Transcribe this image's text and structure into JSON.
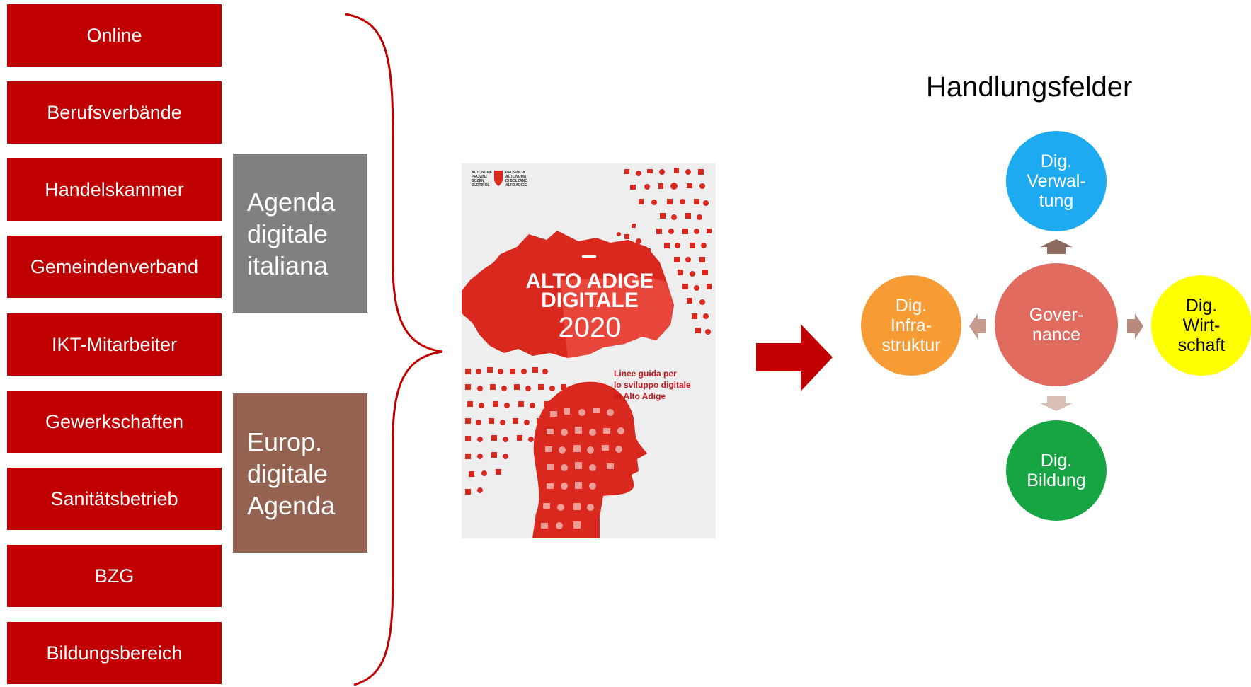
{
  "sources": [
    "Online",
    "Berufsverbände",
    "Handelskammer",
    "Gemeindenverband",
    "IKT-Mitarbeiter",
    "Gewerkschaften",
    "Sanitätsbetrieb",
    "BZG",
    "Bildungsbereich"
  ],
  "agendas": [
    {
      "lines": [
        "Agenda",
        "digitale",
        "italiana"
      ],
      "color": "#808080"
    },
    {
      "lines": [
        "Europ.",
        "digitale",
        "Agenda"
      ],
      "color": "#946250"
    }
  ],
  "cover": {
    "logo_left": [
      "AUTONOME",
      "PROVINZ",
      "BOZEN",
      "SÜDTIROL"
    ],
    "logo_right": [
      "PROVINCIA",
      "AUTONOMA",
      "DI BOLZANO",
      "ALTO ADIGE"
    ],
    "title_line1": "ALTO ADIGE",
    "title_line2": "DIGITALE",
    "year": "2020",
    "subtitle": [
      "Linee guida per",
      "lo sviluppo digitale",
      "in Alto Adige"
    ]
  },
  "handlungsfelder": {
    "title": "Handlungsfelder",
    "center": {
      "lines": [
        "Gover-",
        "nance"
      ],
      "color": "#e06b5e"
    },
    "top": {
      "lines": [
        "Dig.",
        "Verwal-",
        "tung"
      ],
      "color": "#1eaaf0"
    },
    "left": {
      "lines": [
        "Dig.",
        "Infra-",
        "struktur"
      ],
      "color": "#f79b35"
    },
    "right": {
      "lines": [
        "Dig.",
        "Wirt-",
        "schaft"
      ],
      "color": "#ffff00"
    },
    "bottom": {
      "lines": [
        "Dig.",
        "Bildung"
      ],
      "color": "#17a442"
    }
  },
  "colors": {
    "brand_red": "#c00000"
  }
}
